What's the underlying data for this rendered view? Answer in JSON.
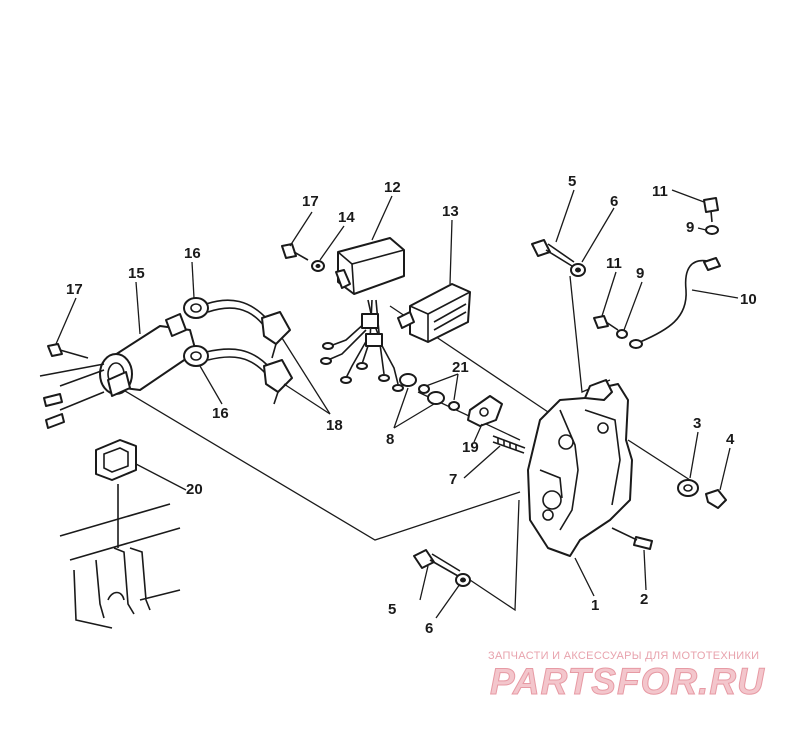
{
  "callouts": [
    {
      "id": "c1",
      "text": "1"
    },
    {
      "id": "c2",
      "text": "2"
    },
    {
      "id": "c3",
      "text": "3"
    },
    {
      "id": "c4",
      "text": "4"
    },
    {
      "id": "c5a",
      "text": "5"
    },
    {
      "id": "c5b",
      "text": "5"
    },
    {
      "id": "c6a",
      "text": "6"
    },
    {
      "id": "c6b",
      "text": "6"
    },
    {
      "id": "c7",
      "text": "7"
    },
    {
      "id": "c8",
      "text": "8"
    },
    {
      "id": "c9a",
      "text": "9"
    },
    {
      "id": "c9b",
      "text": "9"
    },
    {
      "id": "c10",
      "text": "10"
    },
    {
      "id": "c11a",
      "text": "11"
    },
    {
      "id": "c11b",
      "text": "11"
    },
    {
      "id": "c12",
      "text": "12"
    },
    {
      "id": "c13",
      "text": "13"
    },
    {
      "id": "c14",
      "text": "14"
    },
    {
      "id": "c15",
      "text": "15"
    },
    {
      "id": "c16a",
      "text": "16"
    },
    {
      "id": "c16b",
      "text": "16"
    },
    {
      "id": "c17a",
      "text": "17"
    },
    {
      "id": "c17b",
      "text": "17"
    },
    {
      "id": "c18",
      "text": "18"
    },
    {
      "id": "c19",
      "text": "19"
    },
    {
      "id": "c20",
      "text": "20"
    },
    {
      "id": "c21",
      "text": "21"
    }
  ],
  "watermark": {
    "tagline": "ЗАПЧАСТИ И АКСЕССУАРЫ ДЛЯ МОТОТЕХНИКИ",
    "logo": "PARTSFOR.RU",
    "tagline_color": "#e8a3ad",
    "logo_color": "#f3c6cc"
  }
}
